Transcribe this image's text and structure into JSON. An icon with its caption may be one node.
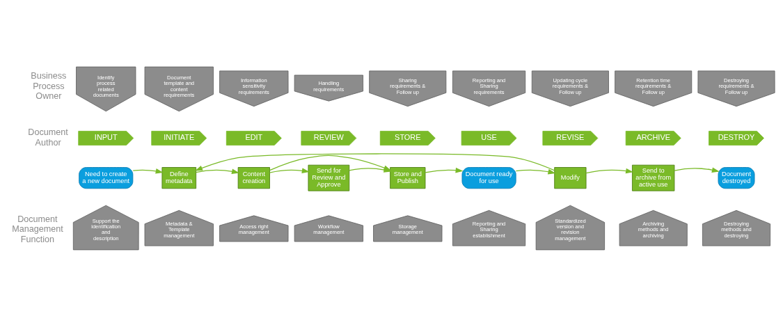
{
  "diagram": {
    "nodes": [
      {
        "text": [
          "Identify process related documents"
        ]
      },
      {
        "text": [
          "Document template and content requirements"
        ]
      },
      {
        "text": [
          "Information sensitivity requirements"
        ]
      },
      {
        "text": [
          "Handling requirements"
        ]
      },
      {
        "text": [
          "Sharing requirements & Follow up"
        ]
      },
      {
        "text": [
          "Reporting and Sharing requirements"
        ]
      },
      {
        "text": [
          "Updating cycle requirements & Follow up"
        ]
      },
      {
        "text": [
          "Retention time requirements & Follow up"
        ]
      },
      {
        "text": [
          "Destroying requirements & Follow up"
        ]
      },
      {
        "text": [
          "INPUT"
        ]
      },
      {
        "text": [
          "INITIATE"
        ]
      },
      {
        "text": [
          "EDIT"
        ]
      },
      {
        "text": [
          "REVIEW"
        ]
      },
      {
        "text": [
          "STORE"
        ]
      },
      {
        "text": [
          "USE"
        ]
      },
      {
        "text": [
          "REVISE"
        ]
      },
      {
        "text": [
          "ARCHIVE"
        ]
      },
      {
        "text": [
          "DESTROY"
        ]
      },
      {
        "text": [
          "Need to create a new document"
        ]
      },
      {
        "text": [
          "Define metadata"
        ]
      },
      {
        "text": [
          "Content creation"
        ]
      },
      {
        "text": [
          "Send for Review and Approve"
        ]
      },
      {
        "text": [
          "Store and Publish"
        ]
      },
      {
        "text": [
          "Document ready for use"
        ]
      },
      {
        "text": [
          "Modify"
        ]
      },
      {
        "text": [
          "Send to archive from active use"
        ]
      },
      {
        "text": [
          "Document destroyed"
        ]
      },
      {
        "text": [
          "Support the identification and description"
        ]
      },
      {
        "text": [
          "Metadata & Template management"
        ]
      },
      {
        "text": [
          "Access right management"
        ]
      },
      {
        "text": [
          "Workflow management"
        ]
      },
      {
        "text": [
          "Storage management"
        ]
      },
      {
        "text": [
          "Reporting and Sharing establishment"
        ]
      },
      {
        "text": [
          "Standardized version and revision management"
        ]
      },
      {
        "text": [
          "Archiving methods and archiving"
        ]
      },
      {
        "text": [
          "Destroying methods and destroying"
        ]
      }
    ],
    "edges": [
      {
        "from": 18,
        "to": 19,
        "arrow": "to"
      },
      {
        "from": 19,
        "to": 20,
        "arrow": "to"
      },
      {
        "from": 20,
        "to": 21,
        "arrow": "to"
      },
      {
        "from": 21,
        "to": 22,
        "arrow": "to"
      },
      {
        "from": 22,
        "to": 23,
        "arrow": "to"
      },
      {
        "from": 23,
        "to": 24,
        "arrow": "to"
      },
      {
        "from": 24,
        "to": 25,
        "arrow": "to"
      },
      {
        "from": 25,
        "to": 26,
        "arrow": "to"
      },
      {
        "from": 24,
        "to": 19,
        "arrow": "to"
      },
      {
        "from": 20,
        "to": 22,
        "arrow": "to"
      }
    ],
    "labels": [
      "Business Process Owner",
      "Document Author",
      "Document Management Function"
    ]
  }
}
